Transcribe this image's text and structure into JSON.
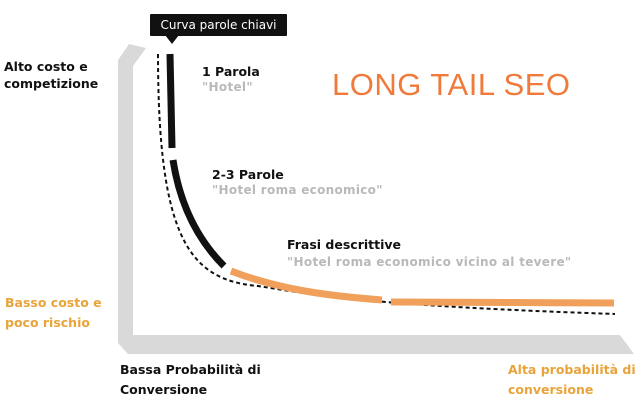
{
  "title": "LONG TAIL SEO",
  "tooltip": "Curva parole chiavi",
  "y_axis": {
    "high_label": "Alto costo e competizione",
    "low_label": "Basso costo e poco rischio"
  },
  "x_axis": {
    "low_label": "Bassa Probabilità di Conversione",
    "high_label": "Alta probabilità di conversione"
  },
  "segments": [
    {
      "label": "1 Parola",
      "example": "\"Hotel\""
    },
    {
      "label": "2-3 Parole",
      "example": "\"Hotel roma economico\""
    },
    {
      "label": "Frasi descrittive",
      "example": "\"Hotel roma economico vicino al tevere\""
    }
  ],
  "colors": {
    "title": "#f07a3a",
    "curve_head": "#111111",
    "curve_tail": "#f0a05a",
    "low_labels": "#e8a43a",
    "axis": "#d9d9d9",
    "example_text": "#b9b9b9"
  }
}
